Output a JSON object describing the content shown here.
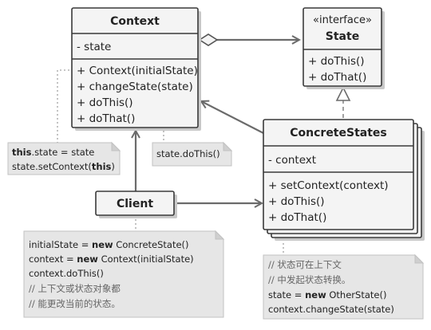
{
  "context_class": {
    "name": "Context",
    "fields": [
      "- state"
    ],
    "methods": [
      "+ Context(initialState)",
      "+ changeState(state)",
      "+ doThis()",
      "+ doThat()"
    ]
  },
  "state_interface": {
    "stereotype": "«interface»",
    "name": "State",
    "methods": [
      "+ doThis()",
      "+ doThat()"
    ]
  },
  "concrete_states": {
    "name": "ConcreteStates",
    "fields": [
      "- context"
    ],
    "methods": [
      "+ setContext(context)",
      "+ doThis()",
      "+ doThat()"
    ]
  },
  "client": {
    "name": "Client"
  },
  "notes": {
    "change_state": {
      "line1_kw": "this",
      "line1_rest": ".state = state",
      "line2_pre": "state.setContext(",
      "line2_kw": "this",
      "line2_post": ")"
    },
    "do_this": {
      "text": "state.doThis()"
    },
    "client_code": {
      "line1_pre": "initialState = ",
      "line1_kw": "new",
      "line1_post": " ConcreteState()",
      "line2_pre": "context = ",
      "line2_kw": "new",
      "line2_post": " Context(initialState)",
      "line3": "context.doThis()",
      "line4": "// 上下文或状态对象都",
      "line5": "// 能更改当前的状态。"
    },
    "concrete_code": {
      "line1": "// 状态可在上下文",
      "line2": "// 中发起状态转换。",
      "line3_pre": "state = ",
      "line3_kw": "new",
      "line3_post": " OtherState()",
      "line4": "context.changeState(state)"
    }
  },
  "colors": {
    "box_fill": "#f4f4f4",
    "box_border": "#3a3a3a",
    "note_fill": "#e6e6e6",
    "arrow": "#6b6b6b"
  }
}
